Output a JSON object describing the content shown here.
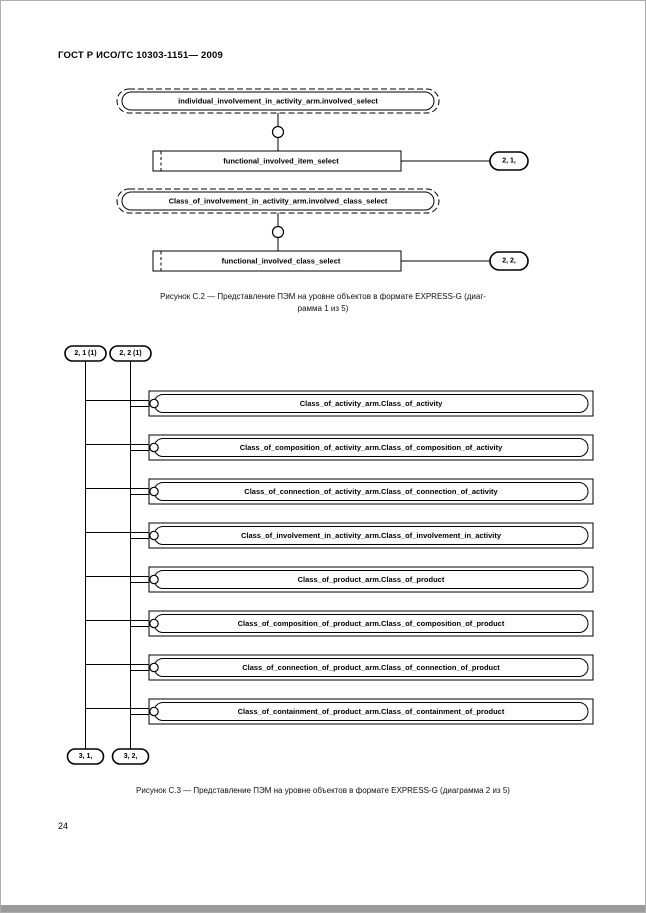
{
  "page": {
    "header": "ГОСТ Р ИСО/ТС 10303-1151— 2009",
    "page_number": "24"
  },
  "fig2": {
    "select_box_1": "individual_involvement_in_activity_arm.involved_select",
    "type_box_1": "functional_involved_item_select",
    "pageref_1": "2, 1,",
    "select_box_2": "Class_of_involvement_in_activity_arm.involved_class_select",
    "type_box_2": "functional_involved_class_select",
    "pageref_2": "2, 2,",
    "caption_line1": "Рисунок С.2 — Представление ПЭМ на уровне объектов в формате EXPRESS-G (диаг-",
    "caption_line2": "рамма 1 из 5)"
  },
  "fig3": {
    "pageref_top_1": "2, 1 (1)",
    "pageref_top_2": "2, 2 (1)",
    "boxes": [
      "Class_of_activity_arm.Class_of_activity",
      "Class_of_composition_of_activity_arm.Class_of_composition_of_activity",
      "Class_of_connection_of_activity_arm.Class_of_connection_of_activity",
      "Class_of_involvement_in_activity_arm.Class_of_involvement_in_activity",
      "Class_of_product_arm.Class_of_product",
      "Class_of_composition_of_product_arm.Class_of_composition_of_product",
      "Class_of_connection_of_product_arm.Class_of_connection_of_product",
      "Class_of_containment_of_product_arm.Class_of_containment_of_product"
    ],
    "pageref_bottom_1": "3, 1,",
    "pageref_bottom_2": "3, 2,",
    "caption": "Рисунок С.3 — Представление ПЭМ на уровне объектов в формате EXPRESS-G (диаграмма 2 из 5)"
  }
}
